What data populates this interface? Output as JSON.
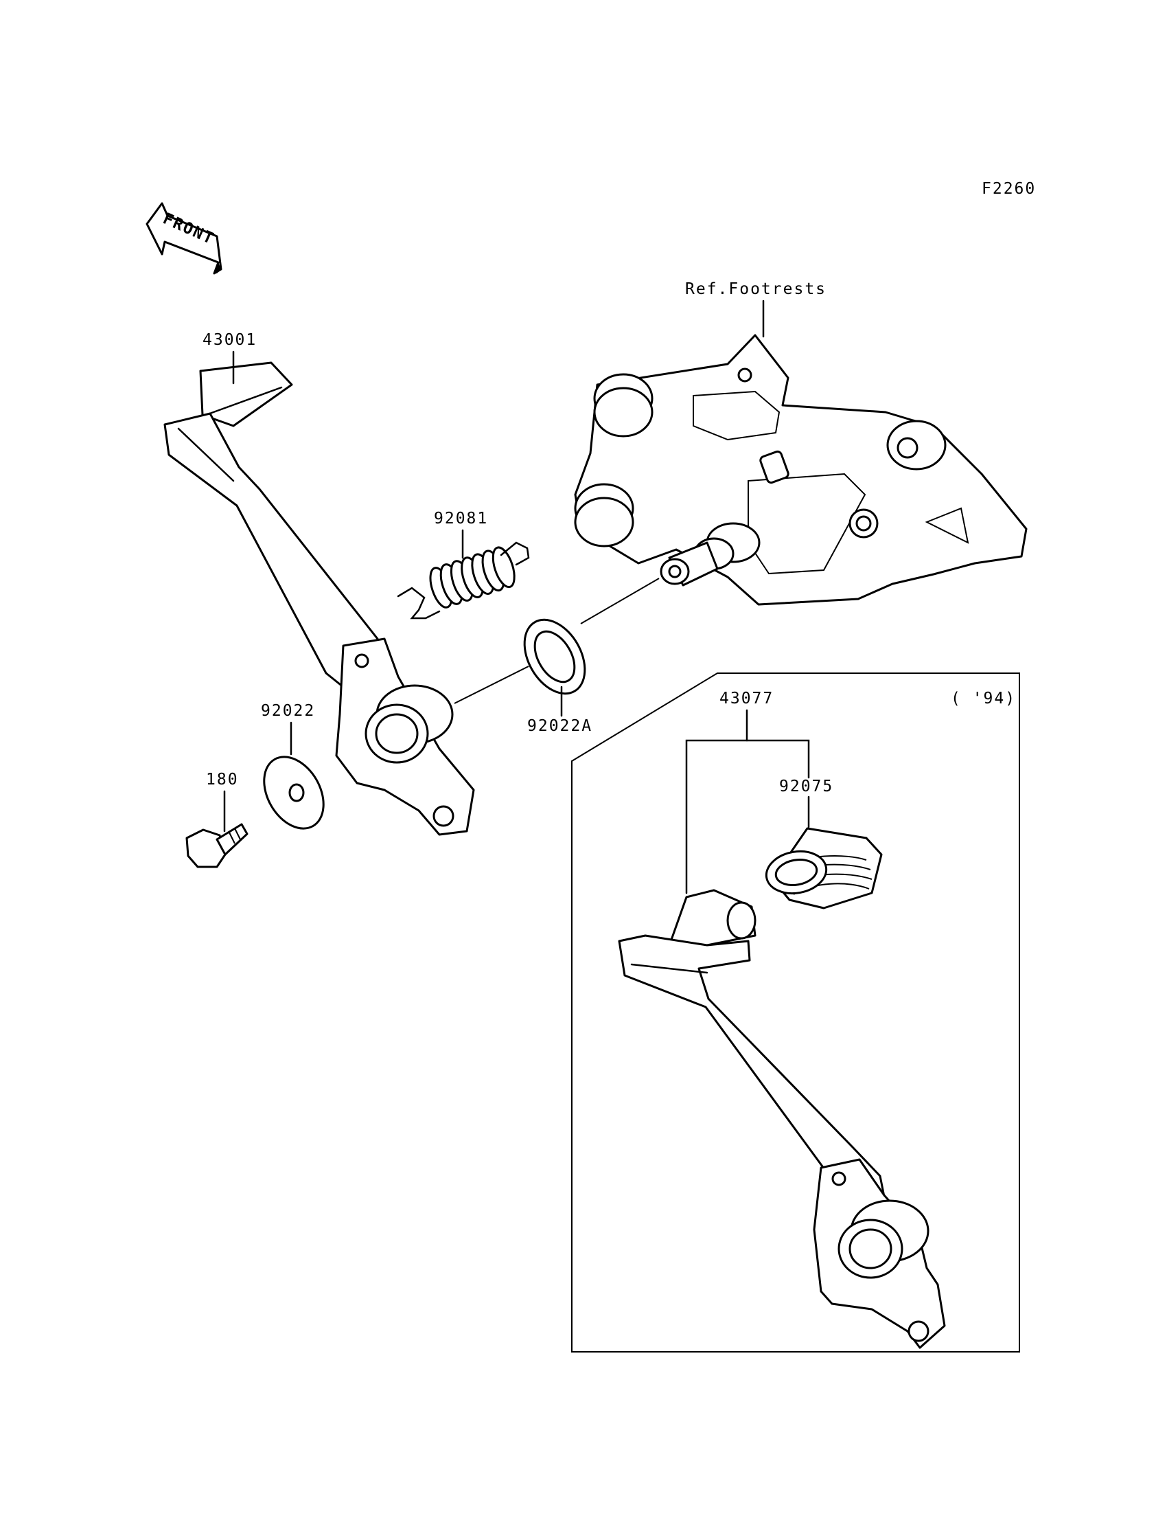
{
  "diagram": {
    "figure_code": "F2260",
    "front_arrow_label": "FRONT",
    "inset_note": "( '94)",
    "labels": {
      "p43001": "43001",
      "ref_footrests": "Ref.Footrests",
      "p92081": "92081",
      "p92022A": "92022A",
      "p92022": "92022",
      "p180": "180",
      "p43077": "43077",
      "p92075": "92075"
    }
  }
}
